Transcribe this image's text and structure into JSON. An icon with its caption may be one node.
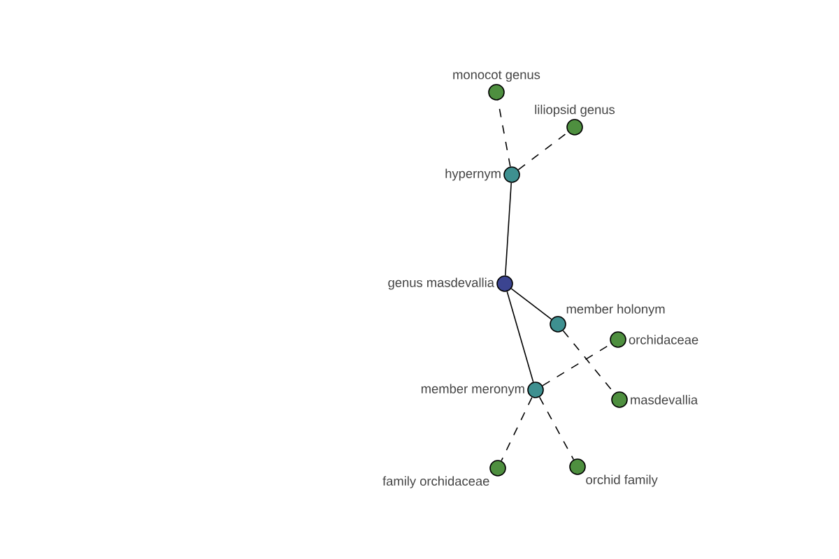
{
  "diagram": {
    "nodes": [
      {
        "text": [
          "monocot genus"
        ]
      },
      {
        "text": [
          "liliopsid genus"
        ]
      },
      {
        "text": [
          "hypernym"
        ]
      },
      {
        "text": [
          "genus masdevallia"
        ]
      },
      {
        "text": [
          "member holonym"
        ]
      },
      {
        "text": [
          "orchidaceae"
        ]
      },
      {
        "text": [
          "member meronym"
        ]
      },
      {
        "text": [
          "masdevallia"
        ]
      },
      {
        "text": [
          "family orchidaceae"
        ]
      },
      {
        "text": [
          "orchid family"
        ]
      }
    ],
    "edges": [
      {
        "from": 3,
        "to": 2,
        "arrow": "none"
      },
      {
        "from": 2,
        "to": 0,
        "arrow": "none",
        "style": "dashed"
      },
      {
        "from": 2,
        "to": 1,
        "arrow": "none",
        "style": "dashed"
      },
      {
        "from": 3,
        "to": 4,
        "arrow": "none"
      },
      {
        "from": 3,
        "to": 6,
        "arrow": "none"
      },
      {
        "from": 4,
        "to": 7,
        "arrow": "none",
        "style": "dashed"
      },
      {
        "from": 6,
        "to": 5,
        "arrow": "none",
        "style": "dashed"
      },
      {
        "from": 6,
        "to": 8,
        "arrow": "none",
        "style": "dashed"
      },
      {
        "from": 6,
        "to": 9,
        "arrow": "none",
        "style": "dashed"
      }
    ]
  }
}
